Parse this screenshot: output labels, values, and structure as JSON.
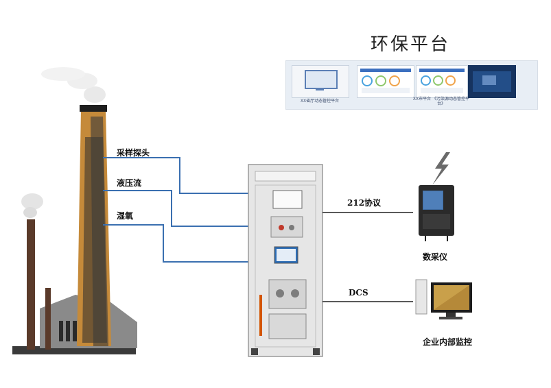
{
  "title": "环保平台",
  "platform": {
    "screens": [
      {
        "caption": "XX省厅动态管控平台"
      },
      {
        "caption": ""
      },
      {
        "caption": "XX市平台 《污染源动态管控平台》"
      },
      {
        "caption": ""
      }
    ]
  },
  "labels": {
    "sampling_probe": "采样探头",
    "flow": "液压流",
    "humidity": "湿氧",
    "protocol": "212协议",
    "dcs": "DCS",
    "data_logger": "数采仪",
    "enterprise_monitor": "企业内部监控"
  },
  "colors": {
    "line_blue": "#3a6fb0",
    "line_black": "#222222",
    "cabinet": "#e6e6e6"
  }
}
